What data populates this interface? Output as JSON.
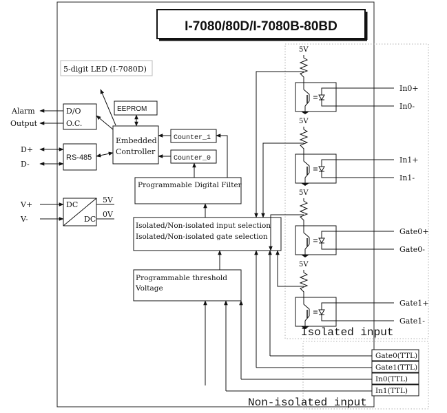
{
  "title": "I-7080/80D/I-7080B-80BD",
  "led_label": "5-digit LED (I-7080D)",
  "left": {
    "alarm": "Alarm",
    "output": "Output",
    "d_plus": "D+",
    "d_minus": "D-",
    "v_plus": "V+",
    "v_minus": "V-"
  },
  "blocks": {
    "do_line1": "D/O",
    "do_line2": "O.C.",
    "rs485": "RS-485",
    "dc_in": "DC",
    "dc_out": "DC",
    "out_5v": "5V",
    "out_0v": "0V",
    "eeprom": "EEPROM",
    "embedded_line1": "Embedded",
    "embedded_line2": "Controller",
    "counter1": "Counter_1",
    "counter0": "Counter_0",
    "filter": "Programmable Digital Filter",
    "selection_line1": "Isolated/Non-isolated input selection",
    "selection_line2": "Isolated/Non-isolated gate selection",
    "threshold_line1": "Programmable threshold",
    "threshold_line2": "Voltage"
  },
  "isolated_channels": [
    {
      "supply": "5V",
      "plus": "In0+",
      "minus": "In0-"
    },
    {
      "supply": "5V",
      "plus": "In1+",
      "minus": "In1-"
    },
    {
      "supply": "5V",
      "plus": "Gate0+",
      "minus": "Gate0-"
    },
    {
      "supply": "5V",
      "plus": "Gate1+",
      "minus": "Gate1-"
    }
  ],
  "isolated_input_label": "Isolated input",
  "ttl_inputs": [
    "Gate0(TTL)",
    "Gate1(TTL)",
    "In0(TTL)",
    "In1(TTL)"
  ],
  "non_isolated_input_label": "Non-isolated input"
}
